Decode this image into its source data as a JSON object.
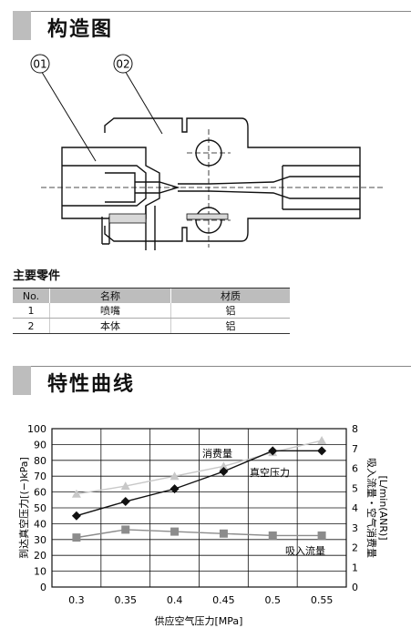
{
  "section1": {
    "title": "构造图"
  },
  "diagram": {
    "callout_1": "01",
    "callout_2": "02"
  },
  "parts": {
    "title": "主要零件",
    "headers": [
      "No.",
      "名称",
      "材质"
    ],
    "rows": [
      [
        "1",
        "喷嘴",
        "铝"
      ],
      [
        "2",
        "本体",
        "铝"
      ]
    ]
  },
  "section2": {
    "title": "特性曲线"
  },
  "colors": {
    "vacuum": "#111111",
    "consumption": "#c8c8c8",
    "suction": "#8c8c8c"
  },
  "chart_data": {
    "type": "line",
    "x": [
      0.3,
      0.35,
      0.4,
      0.45,
      0.5,
      0.55
    ],
    "xlabel": "供应空气压力[MPa]",
    "ylabel_left": "到达真空压力[(−)kPa]",
    "ylabel_right_1": "吸入流量・空气消费量",
    "ylabel_right_2": "[L/min(ANR)]",
    "ylim_left": [
      0,
      100
    ],
    "ylim_right": [
      0,
      8
    ],
    "xticks": [
      "0.3",
      "0.35",
      "0.4",
      "0.45",
      "0.5",
      "0.55"
    ],
    "yticks_left": [
      "0",
      "10",
      "20",
      "30",
      "40",
      "50",
      "60",
      "70",
      "80",
      "90",
      "100"
    ],
    "yticks_right": [
      "0",
      "1",
      "2",
      "3",
      "4",
      "5",
      "6",
      "7",
      "8"
    ],
    "grid": true,
    "series": [
      {
        "name": "真空压力",
        "axis": "left",
        "marker": "diamond",
        "values": [
          45,
          54,
          62,
          73,
          86,
          86
        ]
      },
      {
        "name": "消费量",
        "axis": "right",
        "marker": "triangle",
        "values": [
          4.7,
          5.1,
          5.6,
          6.1,
          6.8,
          7.4
        ]
      },
      {
        "name": "吸入流量",
        "axis": "right",
        "marker": "square",
        "values": [
          2.5,
          2.9,
          2.8,
          2.7,
          2.6,
          2.6
        ]
      }
    ]
  }
}
